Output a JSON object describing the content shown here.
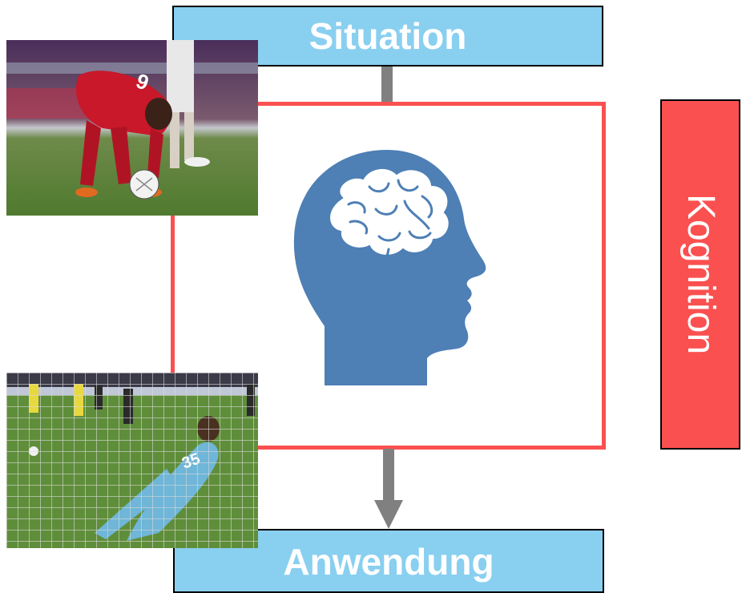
{
  "boxes": {
    "top_label": "Situation",
    "bottom_label": "Anwendung",
    "side_label": "Kognition"
  },
  "colors": {
    "situation_fill": "#89cff0",
    "cognition_red": "#fb5050",
    "head_blue": "#4e7fb5",
    "arrow_gray": "#808080"
  },
  "icons": {
    "center": "brain-head-icon",
    "arrow": "arrow-down-icon"
  }
}
